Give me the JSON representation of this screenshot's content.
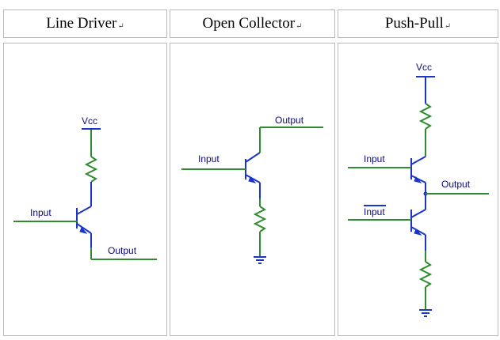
{
  "columns": [
    {
      "title": "Line Driver",
      "mark": "↵"
    },
    {
      "title": "Open Collector",
      "mark": "↵"
    },
    {
      "title": "Push-Pull",
      "mark": "↵"
    }
  ],
  "line_driver": {
    "vcc": "Vcc",
    "input": "Input",
    "output": "Output"
  },
  "open_collector": {
    "output": "Output",
    "input": "Input"
  },
  "push_pull": {
    "vcc": "Vcc",
    "input": "Input",
    "input_inverted": "Input",
    "output": "Output"
  },
  "colors": {
    "wire": "#2e8b2e",
    "transistor": "#1a35c8",
    "label": "#0a0a78",
    "border": "#b9b9b9"
  }
}
